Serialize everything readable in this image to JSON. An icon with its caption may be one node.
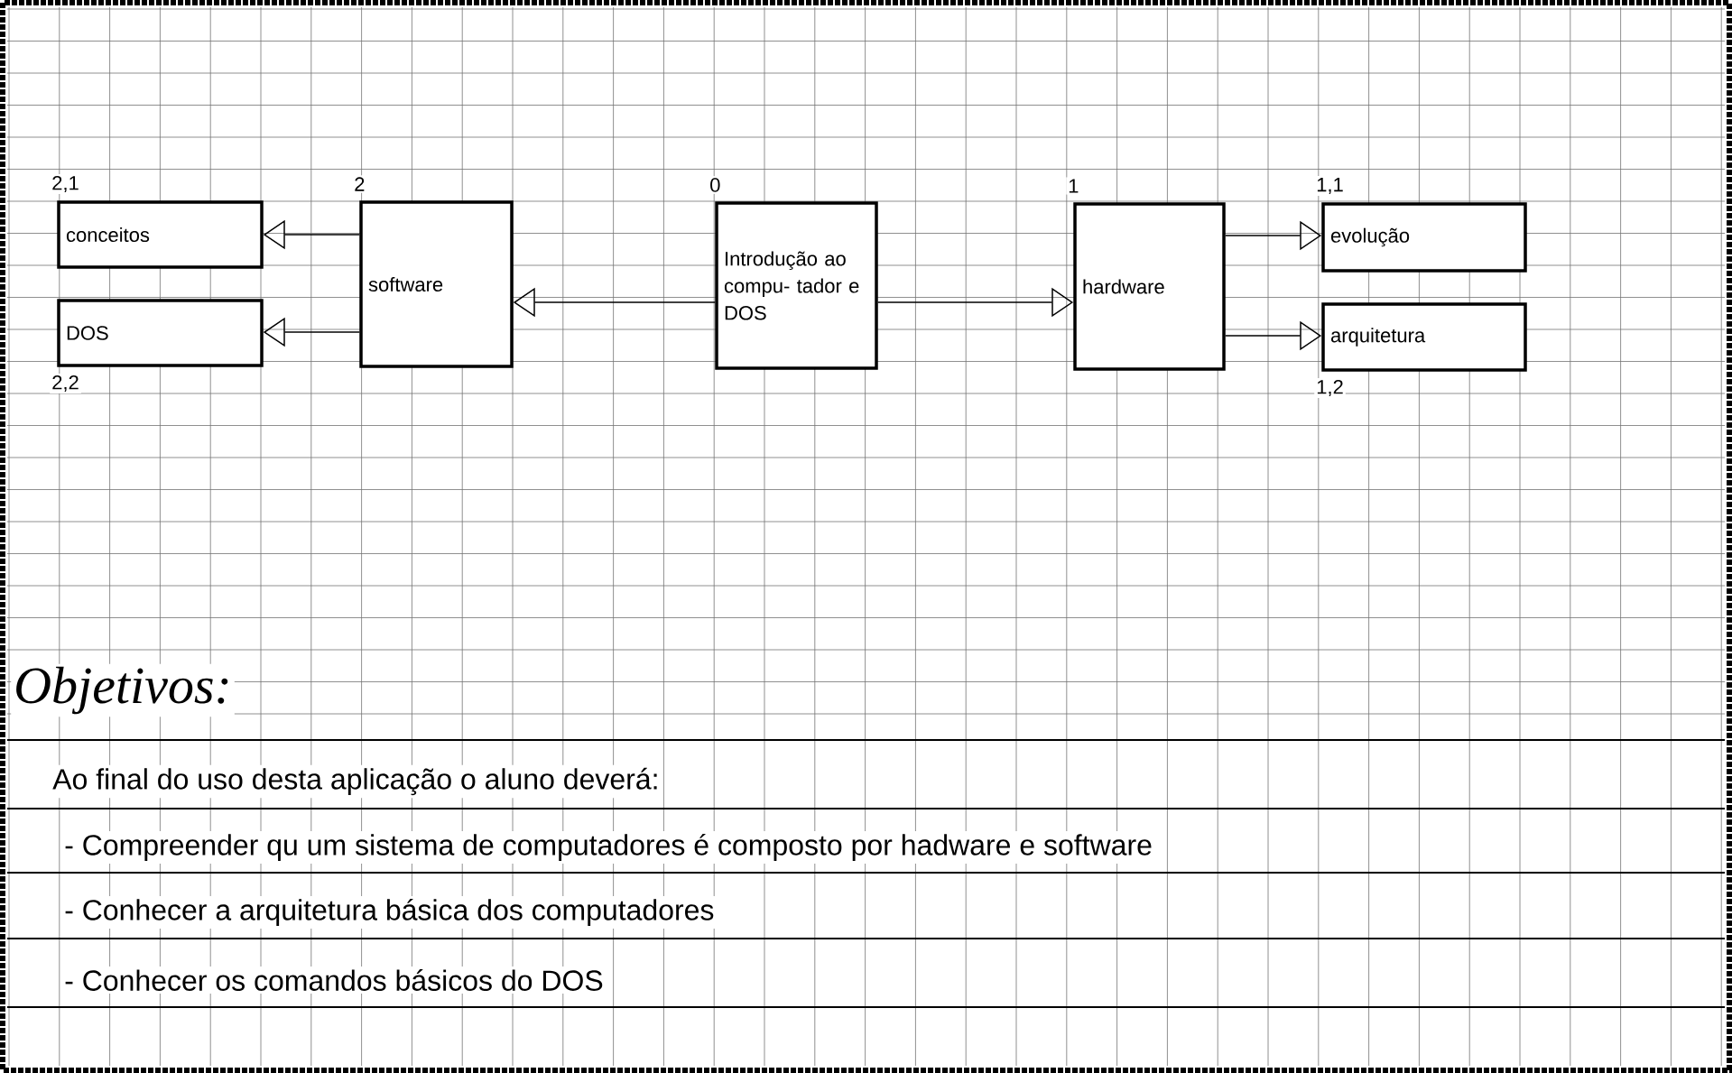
{
  "diagram": {
    "nodes": [
      {
        "text": [
          "conceitos"
        ],
        "beside": [
          "2,1"
        ]
      },
      {
        "text": [
          "DOS"
        ],
        "beside": [
          "2,2"
        ]
      },
      {
        "text": [
          "software"
        ],
        "beside": [
          "2"
        ]
      },
      {
        "text": [
          "Introdução ao compu- tador e DOS"
        ],
        "beside": [
          "0"
        ]
      },
      {
        "text": [
          "hardware"
        ],
        "beside": [
          "1"
        ]
      },
      {
        "text": [
          "evolução"
        ],
        "beside": [
          "1,1"
        ]
      },
      {
        "text": [
          "arquitetura"
        ],
        "beside": [
          "1,2"
        ]
      }
    ],
    "edges": [
      {
        "from": 3,
        "to": 2,
        "arrow": "to"
      },
      {
        "from": 2,
        "to": 0,
        "arrow": "to"
      },
      {
        "from": 2,
        "to": 1,
        "arrow": "to"
      },
      {
        "from": 3,
        "to": 4,
        "arrow": "to"
      },
      {
        "from": 4,
        "to": 5,
        "arrow": "to"
      },
      {
        "from": 4,
        "to": 6,
        "arrow": "to"
      }
    ],
    "labels": [
      "Objetivos:",
      "Ao final do uso desta aplicação o aluno deverá:",
      "- Compreender qu um sistema de computadores é composto por hadware e software",
      "- Conhecer a arquitetura básica dos computadores",
      "- Conhecer os comandos básicos do DOS"
    ]
  }
}
